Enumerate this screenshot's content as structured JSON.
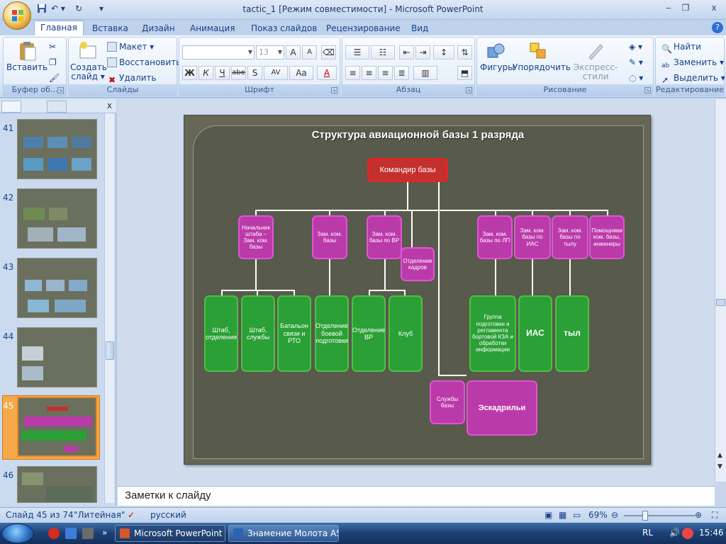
{
  "window": {
    "title": "tactic_1 [Режим совместимости] - Microsoft PowerPoint",
    "minimize": "‒",
    "restore": "❐",
    "close": "x"
  },
  "tabs": [
    "Главная",
    "Вставка",
    "Дизайн",
    "Анимация",
    "Показ слайдов",
    "Рецензирование",
    "Вид"
  ],
  "ribbon": {
    "clipboard": {
      "label": "Буфер об...",
      "paste": "Вставить"
    },
    "slides": {
      "label": "Слайды",
      "new_slide": "Создать слайд",
      "layout": "Макет",
      "reset": "Восстановить",
      "delete": "Удалить"
    },
    "font": {
      "label": "Шрифт",
      "size": "13",
      "bold": "Ж",
      "italic": "К",
      "underline": "Ч",
      "strike": "abe",
      "shadow": "S",
      "spacing": "AV",
      "case": "Aa",
      "color": "A",
      "grow": "A",
      "shrink": "A"
    },
    "paragraph": {
      "label": "Абзац"
    },
    "drawing": {
      "label": "Рисование",
      "shapes": "Фигуры",
      "arrange": "Упорядочить",
      "styles": "Экспресс-стили"
    },
    "editing": {
      "label": "Редактирование",
      "find": "Найти",
      "replace": "Заменить",
      "select": "Выделить"
    }
  },
  "thumbnails": [
    {
      "num": "41"
    },
    {
      "num": "42"
    },
    {
      "num": "43"
    },
    {
      "num": "44"
    },
    {
      "num": "45"
    },
    {
      "num": "46"
    }
  ],
  "slide": {
    "title": "Структура авиационной базы 1 разряда",
    "commander": "Командир базы",
    "level2": [
      "Начальник штаба – Зам. ком. базы",
      "Зам. ком. базы",
      "Зам. ком. базы по ВР",
      "Отделение кадров",
      "Зам. ком. базы по ЛП",
      "Зам. ком. базы по ИАС",
      "Зам. ком. базы по тылу",
      "Помощники ком. базы, инженеры"
    ],
    "level3": [
      "Штаб, отделения",
      "Штаб, службы",
      "Батальон связи и РТО",
      "Отделение боевой подготовки",
      "Отделение ВР",
      "Клуб",
      "Группа подготовки и регламента бортовой КЗА и обработки информации",
      "ИАС",
      "тыл"
    ],
    "services": "Службы базы",
    "squadrons": "Эскадрильи"
  },
  "notes_placeholder": "Заметки к слайду",
  "status": {
    "slide_info": "Слайд 45 из 74",
    "theme": "\"Литейная\"",
    "language": "русский",
    "zoom": "69%"
  },
  "taskbar": {
    "items": [
      "Microsoft PowerPoint - ...",
      "Знамение Молота А5..."
    ],
    "lang": "RL",
    "time": "15:46"
  },
  "colors": {
    "commander": "#c4302e",
    "deputy": "#bb3aaa",
    "unit": "#2aa036",
    "slide_bg": "#585a4b"
  }
}
